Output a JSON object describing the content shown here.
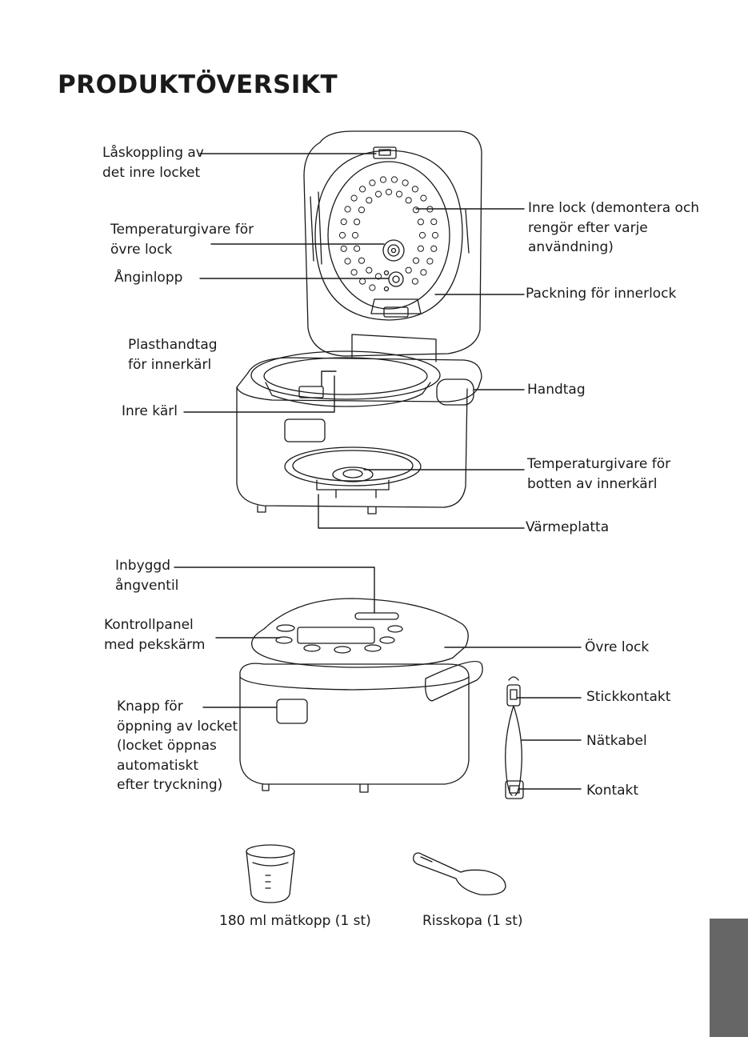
{
  "title": "PRODUKTÖVERSIKT",
  "labels": {
    "laskoppling": [
      "Låskoppling av",
      "det inre locket"
    ],
    "temp_ovre": [
      "Temperaturgivare för",
      "övre lock"
    ],
    "anginlopp": [
      "Ånginlopp"
    ],
    "inre_lock": [
      "Inre lock (demontera och",
      "rengör efter varje",
      "användning)"
    ],
    "packning": [
      "Packning för innerlock"
    ],
    "plasthandtag": [
      "Plasthandtag",
      "för innerkärl"
    ],
    "handtag": [
      "Handtag"
    ],
    "inre_karl": [
      "Inre kärl"
    ],
    "temp_botten": [
      "Temperaturgivare för",
      "botten av innerkärl"
    ],
    "varmeplatta": [
      "Värmeplatta"
    ],
    "angventil": [
      "Inbyggd",
      "ångventil"
    ],
    "kontrollpanel": [
      "Kontrollpanel",
      "med pekskärm"
    ],
    "ovre_lock": [
      "Övre lock"
    ],
    "knapp": [
      "Knapp för",
      "öppning av locket",
      "(locket öppnas",
      "automatiskt",
      "efter tryckning)"
    ],
    "stickkontakt": [
      "Stickkontakt"
    ],
    "natkabel": [
      "Nätkabel"
    ],
    "kontakt": [
      "Kontakt"
    ]
  },
  "accessories": {
    "cup": "180 ml mätkopp (1 st)",
    "spoon": "Risskopa (1 st)"
  }
}
